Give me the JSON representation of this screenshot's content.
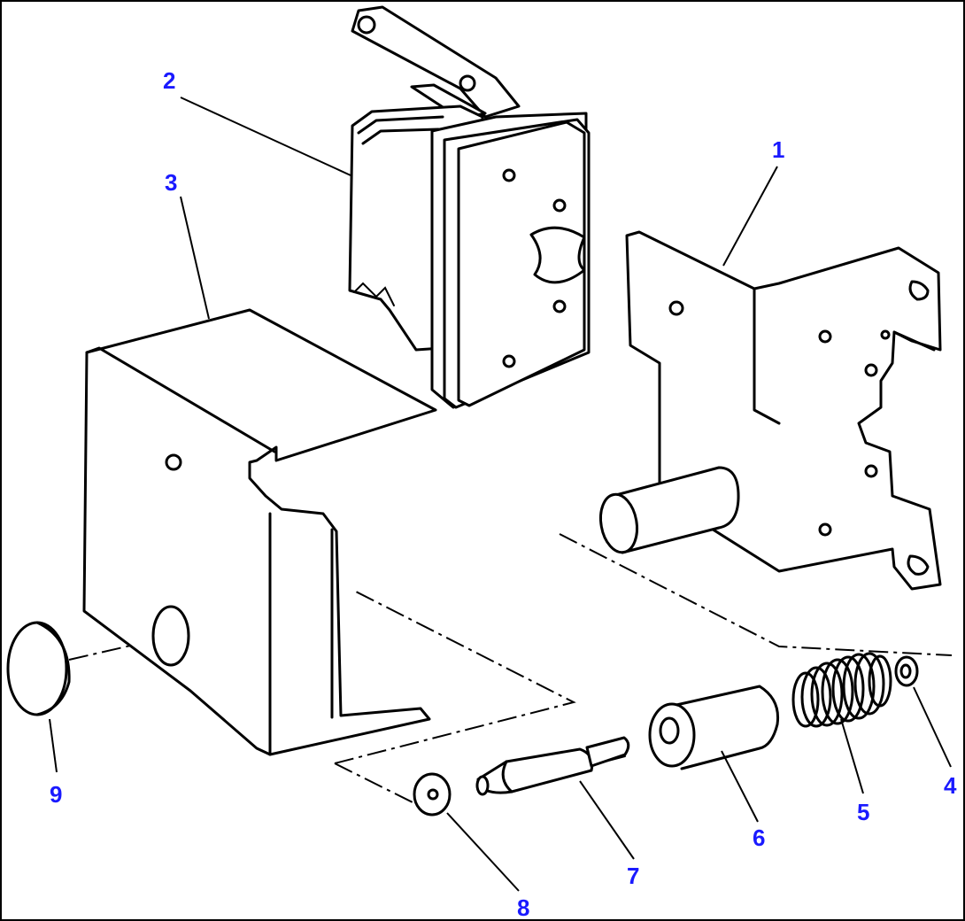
{
  "colors": {
    "callout": "#1a1aff",
    "line": "#000000",
    "background": "#ffffff"
  },
  "callouts": [
    "1",
    "2",
    "3",
    "4",
    "5",
    "6",
    "7",
    "8",
    "9"
  ]
}
